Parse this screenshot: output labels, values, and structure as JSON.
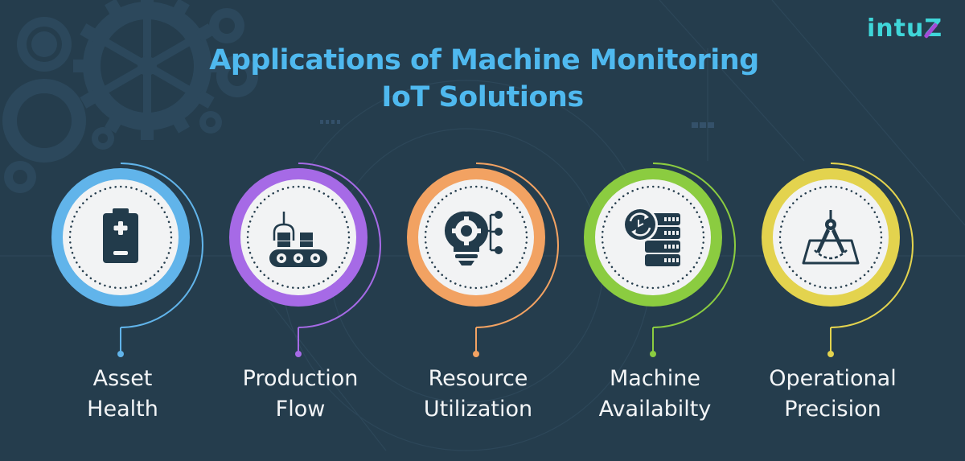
{
  "title": {
    "line1": "Applications of Machine Monitoring",
    "line2": "IoT Solutions"
  },
  "logo": {
    "text_main": "intu",
    "text_z": "Z"
  },
  "colors": {
    "background": "#253d4d",
    "title": "#4fb9ef",
    "label": "#f3f5f7",
    "icon": "#223b4b"
  },
  "items": [
    {
      "line1": "Asset",
      "line2": "Health",
      "color": "#61b4ea",
      "icon": "battery-icon"
    },
    {
      "line1": "Production",
      "line2": "Flow",
      "color": "#a66ae6",
      "icon": "conveyor-robot-icon"
    },
    {
      "line1": "Resource",
      "line2": "Utilization",
      "color": "#f2a262",
      "icon": "lightbulb-gear-icon"
    },
    {
      "line1": "Machine",
      "line2": "Availabilty",
      "color": "#8bcc40",
      "icon": "server-sync-icon"
    },
    {
      "line1": "Operational",
      "line2": "Precision",
      "color": "#e3d34e",
      "icon": "compass-drafting-icon"
    }
  ]
}
